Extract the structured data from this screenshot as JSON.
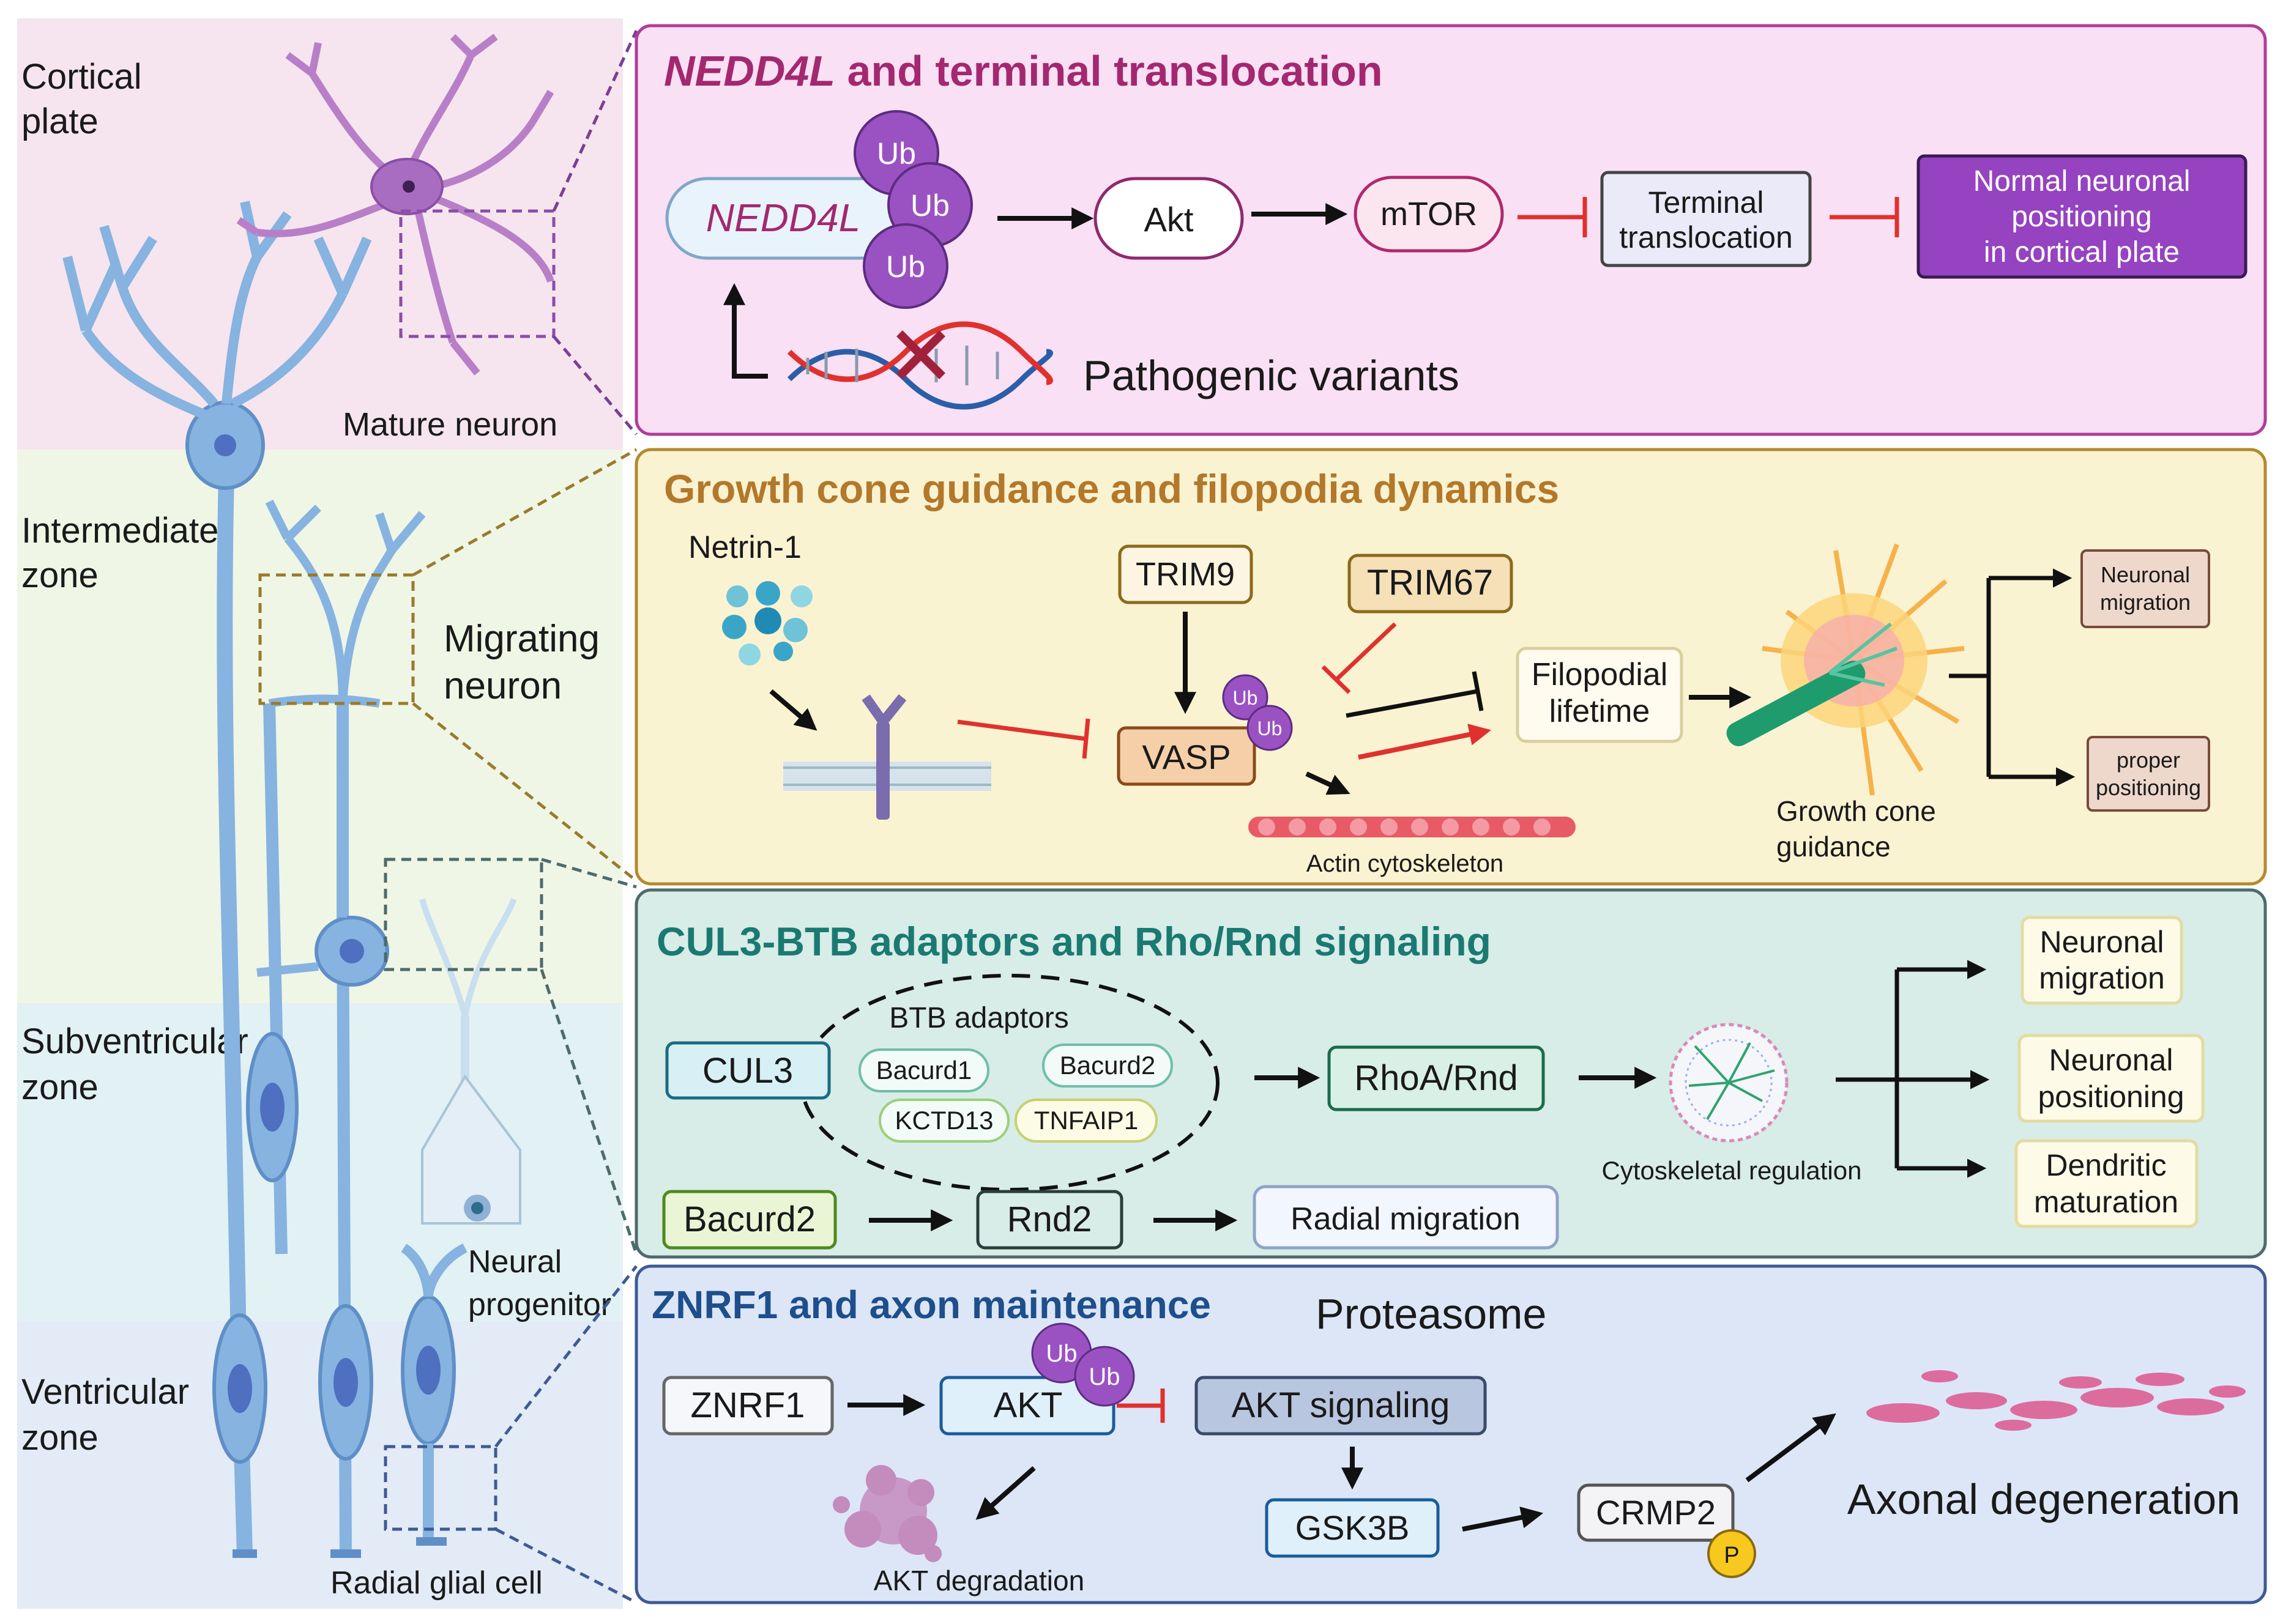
{
  "zones": {
    "cortical_plate": [
      "Cortical",
      "plate"
    ],
    "intermediate": [
      "Intermediate",
      "zone"
    ],
    "subventricular": [
      "Subventricular",
      "zone"
    ],
    "ventricular": [
      "Ventricular",
      "zone"
    ]
  },
  "cells": {
    "mature_neuron": "Mature neuron",
    "migrating_neuron": [
      "Migrating",
      "neuron"
    ],
    "neural_progenitor": [
      "Neural",
      "progenitor"
    ],
    "radial_glial": "Radial glial cell"
  },
  "panel1": {
    "title_gene": "NEDD4L",
    "title_rest": " and terminal translocation",
    "nedd4l": "NEDD4L",
    "ub": "Ub",
    "akt": "Akt",
    "mtor": "mTOR",
    "terminal": [
      "Terminal",
      "translocation"
    ],
    "normal": [
      "Normal neuronal",
      "positioning",
      "in cortical plate"
    ],
    "pathogenic": "Pathogenic variants"
  },
  "panel2": {
    "title": "Growth cone guidance and filopodia dynamics",
    "netrin": "Netrin-1",
    "trim9": "TRIM9",
    "trim67": "TRIM67",
    "vasp": "VASP",
    "ub": "Ub",
    "filopodial": [
      "Filopodial",
      "lifetime"
    ],
    "actin": "Actin cytoskeleton",
    "growth_cone": [
      "Growth cone",
      "guidance"
    ],
    "neuronal_migration": [
      "Neuronal",
      "migration"
    ],
    "proper_positioning": [
      "proper",
      "positioning"
    ]
  },
  "panel3": {
    "title": "CUL3-BTB adaptors and Rho/Rnd signaling",
    "btb_adaptors": "BTB adaptors",
    "cul3": "CUL3",
    "bacurd1": "Bacurd1",
    "bacurd2": "Bacurd2",
    "kctd13": "KCTD13",
    "tnfaip1": "TNFAIP1",
    "rhoa": "RhoA/Rnd",
    "cyto_reg": "Cytoskeletal regulation",
    "out_migration": [
      "Neuronal",
      "migration"
    ],
    "out_positioning": [
      "Neuronal",
      "positioning"
    ],
    "out_dendritic": [
      "Dendritic",
      "maturation"
    ],
    "bacurd2_b": "Bacurd2",
    "rnd2": "Rnd2",
    "radial_migration": "Radial migration"
  },
  "panel4": {
    "title": "ZNRF1 and axon maintenance",
    "proteasome": "Proteasome",
    "znrf1": "ZNRF1",
    "akt": "AKT",
    "ub": "Ub",
    "akt_signaling": "AKT signaling",
    "gsk3b": "GSK3B",
    "crmp2": "CRMP2",
    "p": "P",
    "akt_degradation": "AKT degradation",
    "axonal_degeneration": "Axonal degeneration"
  },
  "colors": {
    "panel1_bg": "#f9e0f4",
    "panel1_border": "#b03d9a",
    "panel1_title": "#a3286f",
    "panel2_bg": "#faf3d2",
    "panel2_border": "#b38a2e",
    "panel2_title": "#b3782a",
    "panel3_bg": "#d8ece8",
    "panel3_border": "#4d6b6a",
    "panel3_title": "#1a7a72",
    "panel4_bg": "#dce6f7",
    "panel4_border": "#3e5a95",
    "panel4_title": "#1e4f8c",
    "ub_purple": "#9a52c2",
    "neuron_blue": "#86b3e0",
    "inhibit_red": "#e0312e"
  }
}
